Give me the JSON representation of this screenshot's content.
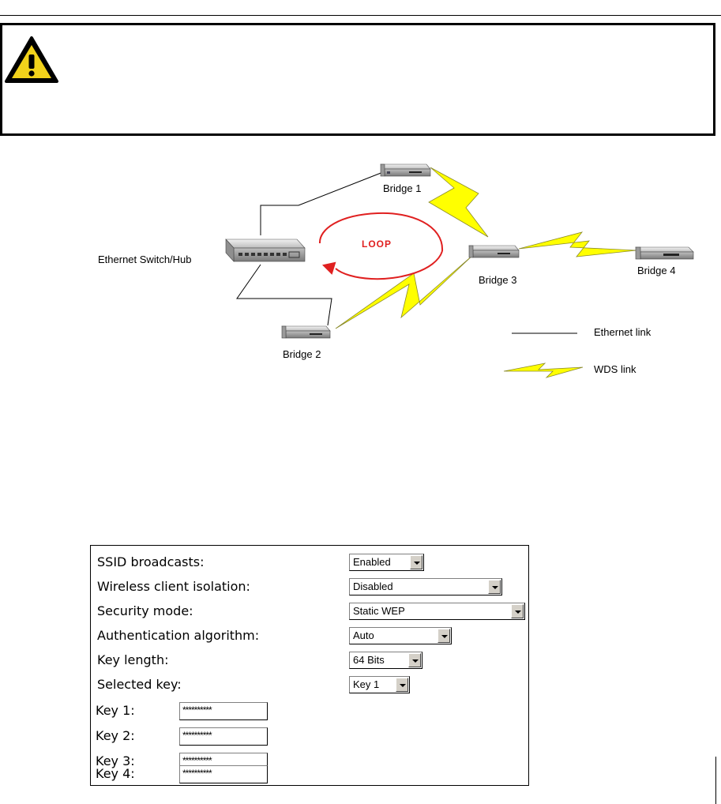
{
  "diagram": {
    "labels": {
      "bridge1": "Bridge 1",
      "bridge2": "Bridge 2",
      "bridge3": "Bridge 3",
      "bridge4": "Bridge 4",
      "switch": "Ethernet Switch/Hub",
      "loop": "LOOP"
    },
    "legend": {
      "ethernet": "Ethernet link",
      "wds": "WDS link"
    },
    "colors": {
      "wds_link": "#ffff00",
      "loop_arrow": "#e02020"
    }
  },
  "form": {
    "ssid_broadcasts": {
      "label": "SSID broadcasts:",
      "value": "Enabled"
    },
    "client_isolation": {
      "label": "Wireless client isolation:",
      "value": "Disabled"
    },
    "security_mode": {
      "label": "Security mode:",
      "value": "Static WEP"
    },
    "auth_algorithm": {
      "label": "Authentication algorithm:",
      "value": "Auto"
    },
    "key_length": {
      "label": "Key length:",
      "value": "64 Bits"
    },
    "selected_key": {
      "label": "Selected key:",
      "value": "Key 1"
    },
    "keys": [
      {
        "label": "Key 1:",
        "value": "**********"
      },
      {
        "label": "Key 2:",
        "value": "**********"
      },
      {
        "label": "Key 3:",
        "value": "**********"
      },
      {
        "label": "Key 4:",
        "value": "**********"
      }
    ]
  }
}
